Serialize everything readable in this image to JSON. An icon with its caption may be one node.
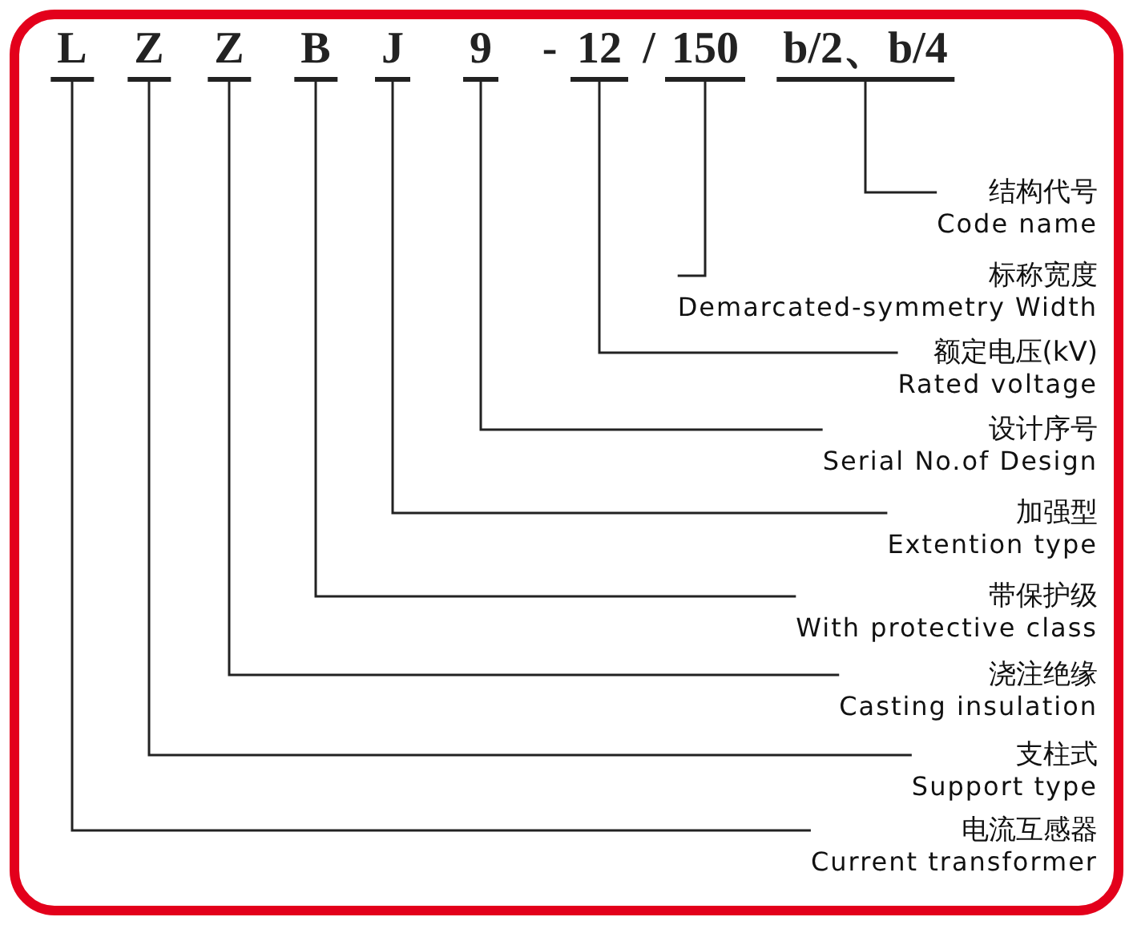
{
  "diagram": {
    "nodes": [
      {
        "text": [
          "L"
        ]
      },
      {
        "text": [
          "Z"
        ]
      },
      {
        "text": [
          "Z"
        ]
      },
      {
        "text": [
          "B"
        ]
      },
      {
        "text": [
          "J"
        ]
      },
      {
        "text": [
          "9"
        ]
      },
      {
        "text": [
          "12"
        ]
      },
      {
        "text": [
          "150"
        ]
      },
      {
        "text": [
          "b/2、b/4"
        ]
      },
      {
        "text": [
          "结构代号",
          "Code name"
        ]
      },
      {
        "text": [
          "标称宽度",
          "Demarcated-symmetry Width"
        ]
      },
      {
        "text": [
          "额定电压(kV)",
          "Rated voltage"
        ]
      },
      {
        "text": [
          "设计序号",
          "Serial No.of Design"
        ]
      },
      {
        "text": [
          "加强型",
          "Extention type"
        ]
      },
      {
        "text": [
          "带保护级",
          "With protective class"
        ]
      },
      {
        "text": [
          "浇注绝缘",
          "Casting insulation"
        ]
      },
      {
        "text": [
          "支柱式",
          "Support type"
        ]
      },
      {
        "text": [
          "电流互感器",
          "Current transformer"
        ]
      }
    ],
    "edges": [
      {
        "from": 9,
        "to": 8,
        "arrow": "none"
      },
      {
        "from": 10,
        "to": 7,
        "arrow": "none"
      },
      {
        "from": 11,
        "to": 6,
        "arrow": "none"
      },
      {
        "from": 12,
        "to": 5,
        "arrow": "none"
      },
      {
        "from": 13,
        "to": 4,
        "arrow": "none"
      },
      {
        "from": 14,
        "to": 3,
        "arrow": "none"
      },
      {
        "from": 15,
        "to": 2,
        "arrow": "none"
      },
      {
        "from": 16,
        "to": 1,
        "arrow": "none"
      },
      {
        "from": 17,
        "to": 0,
        "arrow": "none"
      }
    ],
    "labels": [
      "-",
      "/"
    ]
  }
}
